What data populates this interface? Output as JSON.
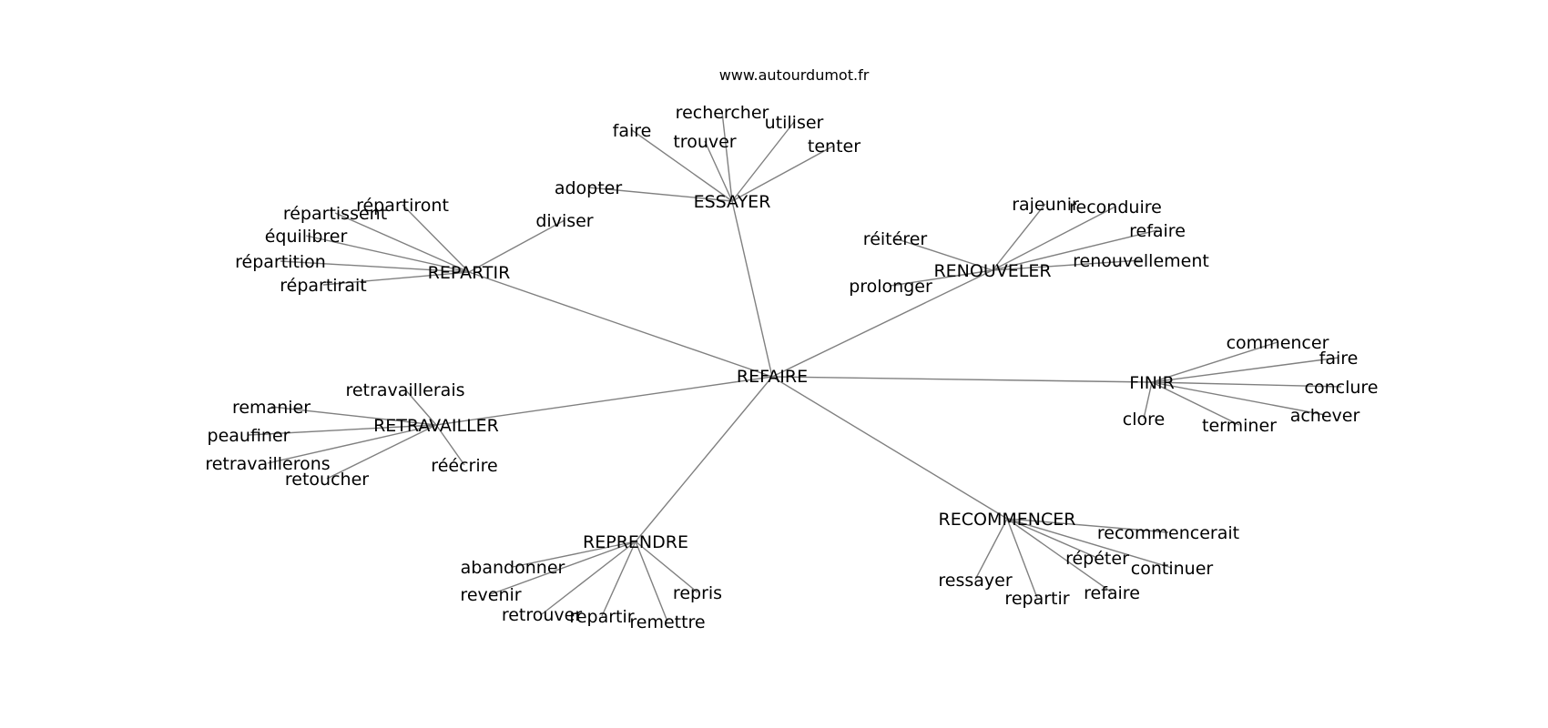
{
  "site_url": "www.autourdumot.fr",
  "edge_color": "#808080",
  "text_color": "#000000",
  "background": "#ffffff",
  "center": "REFAIRE",
  "clusters": [
    {
      "id": "essayer",
      "label": "ESSAYER",
      "words": [
        "faire",
        "rechercher",
        "trouver",
        "utiliser",
        "tenter",
        "adopter"
      ]
    },
    {
      "id": "repartir",
      "label": "REPARTIR",
      "words": [
        "répartiront",
        "répartissent",
        "équilibrer",
        "répartition",
        "répartirait",
        "diviser"
      ]
    },
    {
      "id": "renouveler",
      "label": "RENOUVELER",
      "words": [
        "rajeunir",
        "reconduire",
        "refaire",
        "réitérer",
        "renouvellement",
        "prolonger"
      ]
    },
    {
      "id": "finir",
      "label": "FINIR",
      "words": [
        "commencer",
        "faire",
        "conclure",
        "achever",
        "terminer",
        "clore"
      ]
    },
    {
      "id": "retravailler",
      "label": "RETRAVAILLER",
      "words": [
        "retravaillerais",
        "remanier",
        "peaufiner",
        "retravaillerons",
        "retoucher",
        "réécrire"
      ]
    },
    {
      "id": "reprendre",
      "label": "REPRENDRE",
      "words": [
        "abandonner",
        "revenir",
        "retrouver",
        "repartir",
        "remettre",
        "repris"
      ]
    },
    {
      "id": "recommencer",
      "label": "RECOMMENCER",
      "words": [
        "recommencerait",
        "répéter",
        "continuer",
        "refaire",
        "ressayer",
        "repartir"
      ]
    }
  ]
}
